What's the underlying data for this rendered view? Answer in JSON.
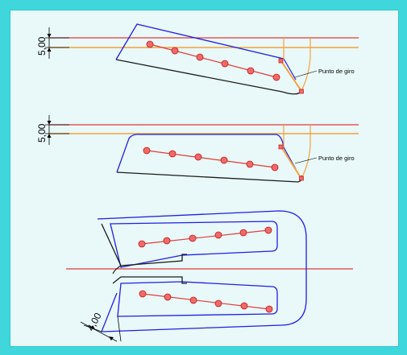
{
  "diagram": {
    "panel1": {
      "dimension": "5,00",
      "callout": "Punto de giro"
    },
    "panel2": {
      "dimension": "5,00",
      "callout": "Punto de giro"
    },
    "panel3": {
      "dimension": "4,00"
    }
  },
  "colors": {
    "frame": "#3fd6dc",
    "background": "#e9f8f8",
    "outline_blue": "#1f1fe6",
    "outline_black": "#1b1b1b",
    "red_line": "#e23a3a",
    "orange_line": "#f3a23a",
    "dot_fill": "#f06a6a",
    "dot_stroke": "#c01818"
  }
}
